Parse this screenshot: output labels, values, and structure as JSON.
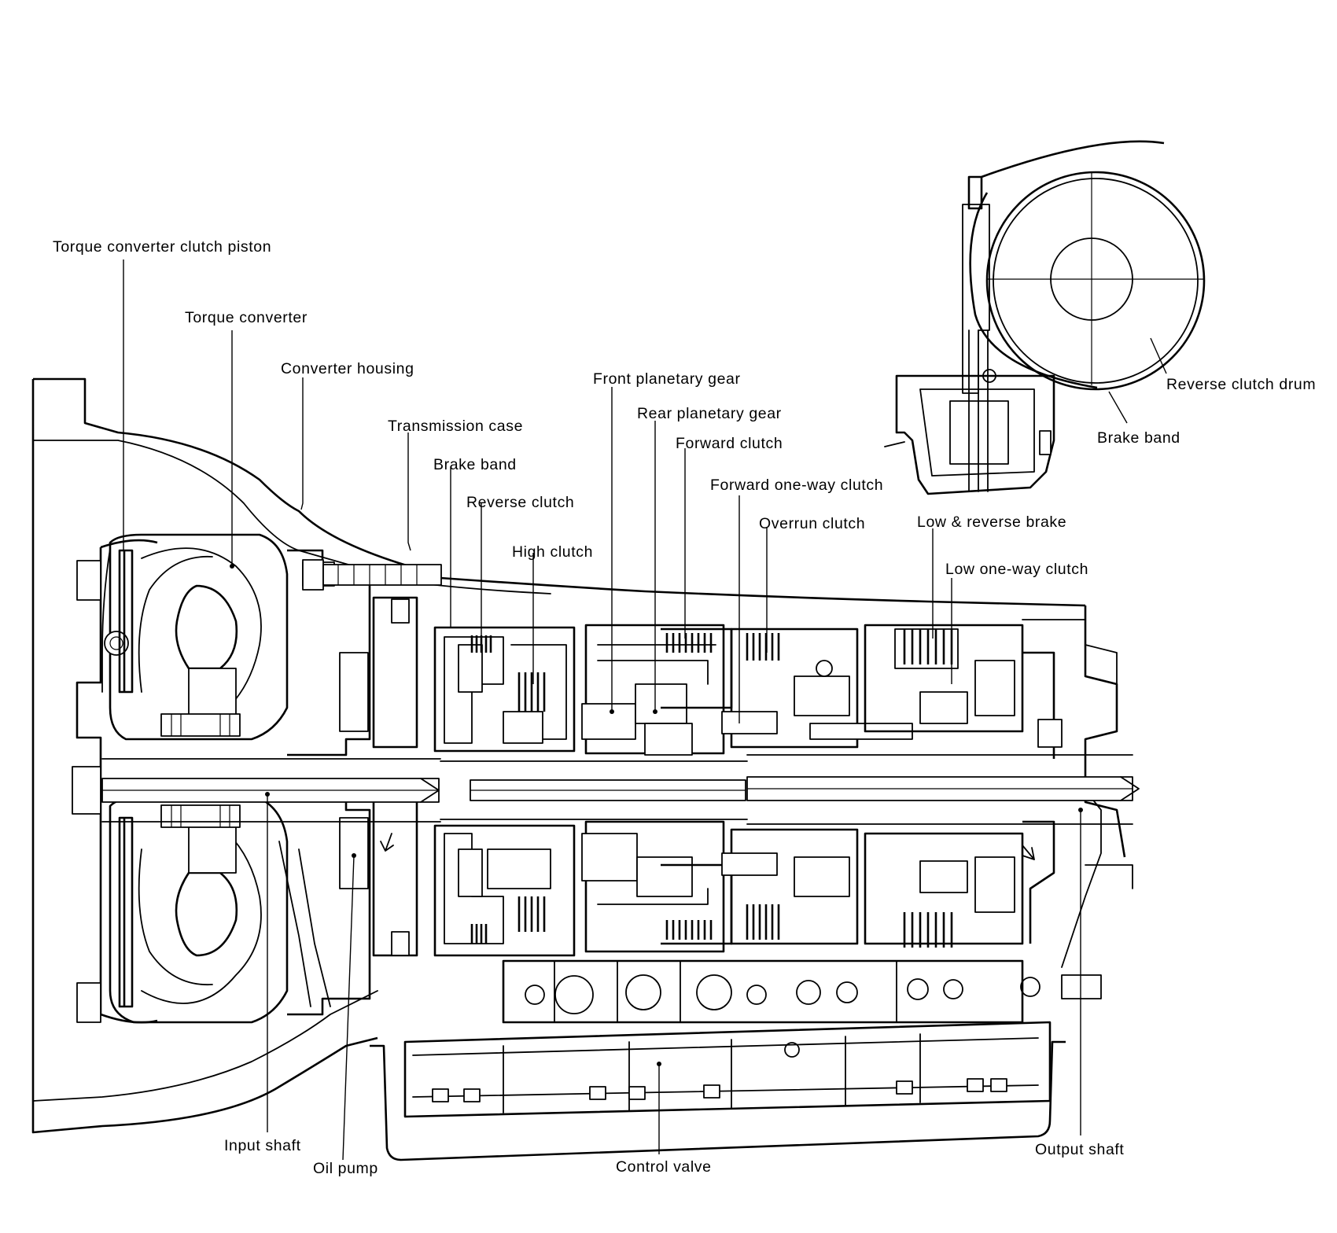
{
  "labels": {
    "torque_converter_clutch_piston": "Torque converter clutch piston",
    "torque_converter": "Torque converter",
    "converter_housing": "Converter housing",
    "transmission_case": "Transmission case",
    "brake_band": "Brake band",
    "reverse_clutch": "Reverse clutch",
    "high_clutch": "High clutch",
    "front_planetary_gear": "Front planetary gear",
    "rear_planetary_gear": "Rear planetary gear",
    "forward_clutch": "Forward clutch",
    "forward_one_way_clutch": "Forward one-way clutch",
    "overrun_clutch": "Overrun clutch",
    "low_reverse_brake": "Low & reverse brake",
    "low_one_way_clutch": "Low one-way clutch",
    "reverse_clutch_drum": "Reverse clutch drum",
    "brake_band_detail": "Brake band",
    "input_shaft": "Input shaft",
    "oil_pump": "Oil pump",
    "control_valve": "Control valve",
    "output_shaft": "Output shaft"
  }
}
